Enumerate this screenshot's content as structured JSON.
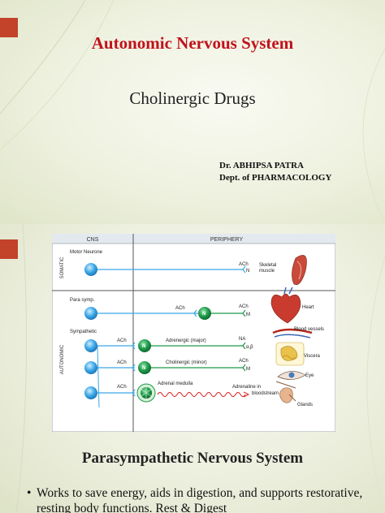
{
  "slide1": {
    "title": "Autonomic Nervous System",
    "subtitle": "Cholinergic Drugs",
    "author_name": "Dr. ABHIPSA PATRA",
    "author_dept": "Dept. of PHARMACOLOGY"
  },
  "slide2": {
    "diagram": {
      "header_cns": "CNS",
      "header_periphery": "PERIPHERY",
      "label_somatic": "SOMATIC",
      "label_autonomic": "AUTONOMIC",
      "motor_neurone": "Motor Neurone",
      "para_symp": "Para symp.",
      "sympathetic": "Sympathetic",
      "ach": "ACh",
      "na": "NA",
      "n": "N",
      "m": "M",
      "alpha_beta": "α,β",
      "adrenergic": "Adrenergic (major)",
      "cholinergic": "Cholinergic (minor)",
      "adrenal_medulla": "Adrenal medulla",
      "adrenaline_1": "Adrenaline in",
      "adrenaline_2": "bloodstream",
      "skeletal_1": "Skeletal",
      "skeletal_2": "muscle",
      "heart": "Heart",
      "blood_vessels": "Blood vessels",
      "viscera": "Viscera",
      "eye": "Eye",
      "glands": "Glands"
    },
    "title": "Parasympathetic Nervous System",
    "bullet_1": "Works to save energy, aids in digestion,  and supports restorative, resting body  functions. Rest & Digest"
  },
  "colors": {
    "accent_red": "#c0121b",
    "tab": "#c2422a",
    "neuron_blue": "#3aa6e6",
    "ganglion_green": "#1e9a4a"
  }
}
